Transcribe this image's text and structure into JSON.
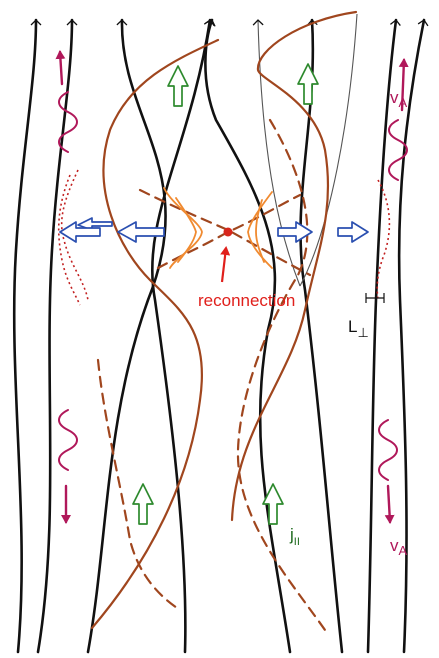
{
  "labels": {
    "reconnection": "reconnection",
    "l_perp_main": "L",
    "l_perp_sub": "⊥",
    "va_top_main": "v",
    "va_top_sub": "A",
    "va_bottom_main": "v",
    "va_bottom_sub": "A",
    "j_par_main": "j",
    "j_par_sub": "II"
  },
  "colors": {
    "field_line": "#111111",
    "thin_field_line": "#555555",
    "current_line": "#a0461e",
    "bump": "#f08a30",
    "reconnection": "#e0201c",
    "alfven_wave": "#b0185a",
    "outflow_arrow": "#2a4fb0",
    "current_arrow": "#2e8a2e",
    "label_green": "#1e6a1e"
  },
  "icons": {
    "field_arrowhead": "open-arrowhead-icon",
    "outflow": "hollow-arrow-right-icon",
    "current": "hollow-arrow-up-icon",
    "wave": "wavy-line-icon",
    "reconnection_point": "dot-icon"
  }
}
